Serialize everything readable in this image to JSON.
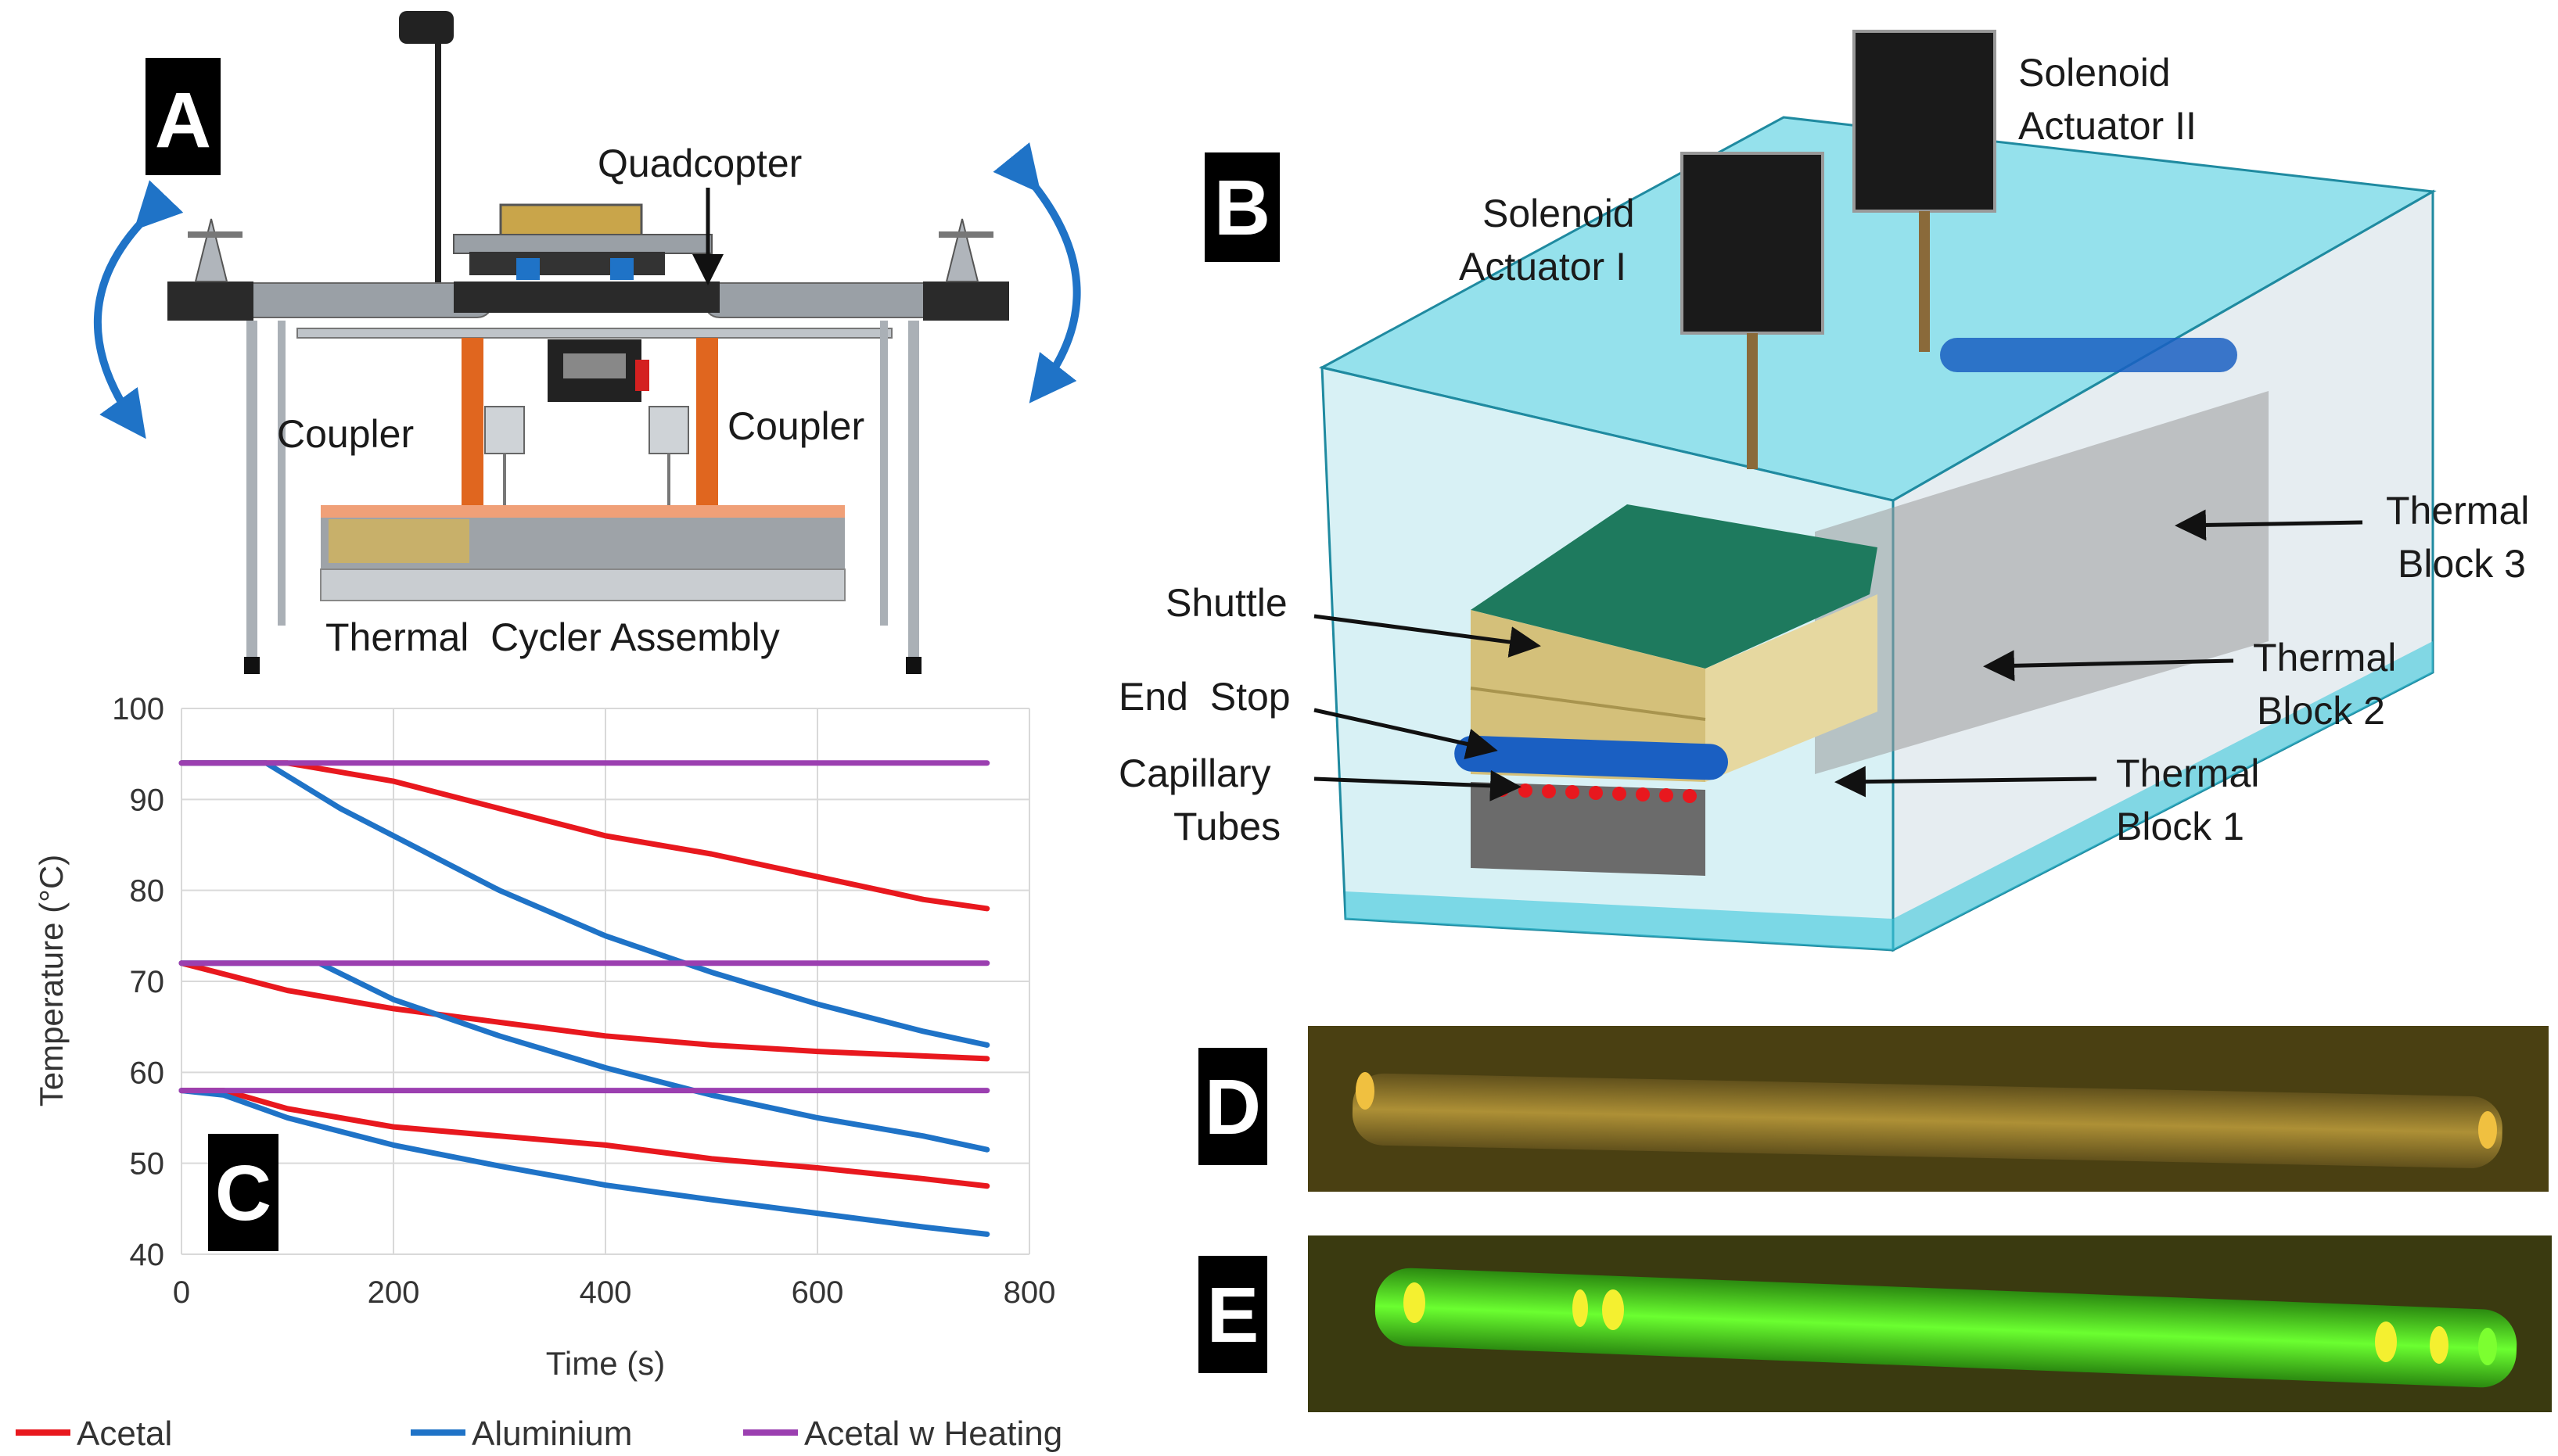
{
  "panels": {
    "A": {
      "letter": "A",
      "labels": {
        "quadcopter": "Quadcopter",
        "coupler_left": "Coupler",
        "coupler_right": "Coupler",
        "assembly": "Thermal  Cycler Assembly"
      },
      "colors": {
        "arrow": "#1f73c7",
        "coupler": "#e0661f",
        "frame": "#8a8f96"
      }
    },
    "B": {
      "letter": "B",
      "labels": {
        "solenoid1_l1": "Solenoid",
        "solenoid1_l2": "Actuator I",
        "solenoid2_l1": "Solenoid",
        "solenoid2_l2": "Actuator II",
        "shuttle": "Shuttle",
        "end_stop": "End  Stop",
        "capillary_l1": "Capillary",
        "capillary_l2": "Tubes",
        "block3_l1": "Thermal",
        "block3_l2": "Block 3",
        "block2_l1": "Thermal",
        "block2_l2": "Block 2",
        "block1_l1": "Thermal",
        "block1_l2": "Block 1"
      },
      "colors": {
        "housing": "#3ec8dc",
        "shuttle": "#d4c07a",
        "lid": "#1e7a5e",
        "rod": "#1a5fc2",
        "block": "#707070"
      }
    },
    "C": {
      "letter": "C"
    },
    "D": {
      "letter": "D",
      "color": "#c9a23a"
    },
    "E": {
      "letter": "E",
      "color": "#4de020"
    }
  },
  "chart_data": {
    "type": "line",
    "title": "",
    "xlabel": "Time (s)",
    "ylabel": "Temperature (°C)",
    "xlim": [
      0,
      800
    ],
    "ylim": [
      40,
      100
    ],
    "xticks": [
      0,
      200,
      400,
      600,
      800
    ],
    "yticks": [
      40,
      50,
      60,
      70,
      80,
      90,
      100
    ],
    "grid": true,
    "legend_position": "bottom",
    "series": [
      {
        "name": "Acetal",
        "color": "#e8181e",
        "x": [
          0,
          100,
          200,
          300,
          400,
          500,
          600,
          700,
          760
        ],
        "y": [
          94,
          94,
          92,
          89,
          86,
          84,
          81.5,
          79,
          78
        ]
      },
      {
        "name": "Aluminium",
        "color": "#1f73c7",
        "x": [
          0,
          80,
          150,
          200,
          300,
          400,
          500,
          600,
          700,
          760
        ],
        "y": [
          94,
          94,
          89,
          86,
          80,
          75,
          71,
          67.5,
          64.5,
          63
        ]
      },
      {
        "name": "Acetal w Heating",
        "color": "#9b3fb0",
        "x": [
          0,
          200,
          400,
          600,
          760
        ],
        "y": [
          94,
          94,
          94,
          94,
          94
        ]
      },
      {
        "name": "Acetal",
        "color": "#e8181e",
        "x": [
          0,
          100,
          200,
          300,
          400,
          500,
          600,
          700,
          760
        ],
        "y": [
          72,
          69,
          67,
          65.5,
          64,
          63,
          62.3,
          61.8,
          61.5
        ]
      },
      {
        "name": "Aluminium",
        "color": "#1f73c7",
        "x": [
          0,
          80,
          130,
          200,
          300,
          400,
          500,
          600,
          700,
          760
        ],
        "y": [
          72,
          72,
          72,
          68,
          64,
          60.5,
          57.5,
          55,
          53,
          51.5
        ]
      },
      {
        "name": "Acetal w Heating",
        "color": "#9b3fb0",
        "x": [
          0,
          200,
          400,
          600,
          760
        ],
        "y": [
          72,
          72,
          72,
          72,
          72
        ]
      },
      {
        "name": "Acetal",
        "color": "#e8181e",
        "x": [
          0,
          40,
          100,
          200,
          300,
          400,
          500,
          600,
          700,
          760
        ],
        "y": [
          58,
          58,
          56,
          54,
          53,
          52,
          50.5,
          49.5,
          48.3,
          47.5
        ]
      },
      {
        "name": "Aluminium",
        "color": "#1f73c7",
        "x": [
          0,
          40,
          100,
          200,
          300,
          400,
          500,
          600,
          700,
          760
        ],
        "y": [
          58,
          57.5,
          55,
          52,
          49.7,
          47.6,
          46,
          44.5,
          43,
          42.2
        ]
      },
      {
        "name": "Acetal w Heating",
        "color": "#9b3fb0",
        "x": [
          0,
          200,
          400,
          600,
          760
        ],
        "y": [
          58,
          58,
          58,
          58,
          58
        ]
      }
    ],
    "legend": [
      {
        "name": "Acetal",
        "color": "#e8181e"
      },
      {
        "name": "Aluminium",
        "color": "#1f73c7"
      },
      {
        "name": "Acetal w Heating",
        "color": "#9b3fb0"
      }
    ]
  }
}
